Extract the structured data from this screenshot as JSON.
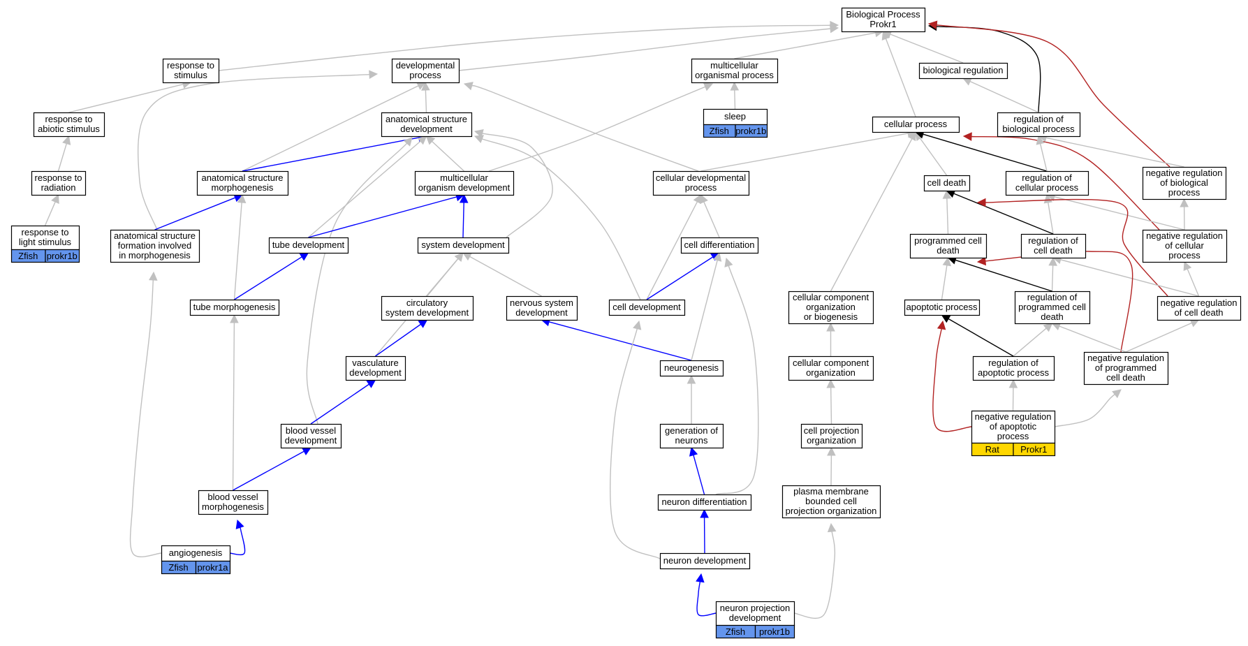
{
  "colors": {
    "gray_edge": "#c0c0c0",
    "blue_edge": "#0000ff",
    "black_edge": "#000000",
    "red_edge": "#b22222",
    "zfish_tag": "#6495ed",
    "rat_tag": "#ffd700",
    "node_border": "#000000",
    "node_fill": "#ffffff"
  },
  "nodes": [
    {
      "id": "bp",
      "lines": [
        "Biological Process",
        "Prokr1"
      ]
    },
    {
      "id": "resp_stim",
      "lines": [
        "response to",
        "stimulus"
      ]
    },
    {
      "id": "dev_proc",
      "lines": [
        "developmental",
        "process"
      ]
    },
    {
      "id": "multi_org_proc",
      "lines": [
        "multicellular",
        "organismal process"
      ]
    },
    {
      "id": "bio_reg",
      "lines": [
        "biological regulation"
      ]
    },
    {
      "id": "resp_abiotic",
      "lines": [
        "response to",
        "abiotic stimulus"
      ]
    },
    {
      "id": "anat_dev",
      "lines": [
        "anatomical structure",
        "development"
      ]
    },
    {
      "id": "sleep",
      "lines": [
        "sleep"
      ],
      "tags": [
        "Zfish",
        "prokr1b"
      ],
      "tag_color": "zfish_tag"
    },
    {
      "id": "cell_proc",
      "lines": [
        "cellular process"
      ]
    },
    {
      "id": "reg_bio",
      "lines": [
        "regulation of",
        "biological process"
      ]
    },
    {
      "id": "resp_rad",
      "lines": [
        "response to",
        "radiation"
      ]
    },
    {
      "id": "anat_morph",
      "lines": [
        "anatomical structure",
        "morphogenesis"
      ]
    },
    {
      "id": "multi_org_dev",
      "lines": [
        "multicellular",
        "organism development"
      ]
    },
    {
      "id": "cell_dev_proc",
      "lines": [
        "cellular developmental",
        "process"
      ]
    },
    {
      "id": "cell_death",
      "lines": [
        "cell death"
      ]
    },
    {
      "id": "reg_cell_proc",
      "lines": [
        "regulation of",
        "cellular process"
      ]
    },
    {
      "id": "neg_reg_bio",
      "lines": [
        "negative regulation",
        "of biological",
        "process"
      ]
    },
    {
      "id": "resp_light",
      "lines": [
        "response to",
        "light stimulus"
      ],
      "tags": [
        "Zfish",
        "prokr1b"
      ],
      "tag_color": "zfish_tag"
    },
    {
      "id": "anat_form",
      "lines": [
        "anatomical structure",
        "formation involved",
        "in morphogenesis"
      ]
    },
    {
      "id": "tube_dev",
      "lines": [
        "tube development"
      ]
    },
    {
      "id": "sys_dev",
      "lines": [
        "system development"
      ]
    },
    {
      "id": "cell_diff",
      "lines": [
        "cell differentiation"
      ]
    },
    {
      "id": "prog_death",
      "lines": [
        "programmed cell",
        "death"
      ]
    },
    {
      "id": "reg_cell_death",
      "lines": [
        "regulation of",
        "cell death"
      ]
    },
    {
      "id": "neg_reg_cell_proc",
      "lines": [
        "negative regulation",
        "of cellular",
        "process"
      ]
    },
    {
      "id": "tube_morph",
      "lines": [
        "tube morphogenesis"
      ]
    },
    {
      "id": "circ_dev",
      "lines": [
        "circulatory",
        "system development"
      ]
    },
    {
      "id": "nerv_dev",
      "lines": [
        "nervous system",
        "development"
      ]
    },
    {
      "id": "cell_development",
      "lines": [
        "cell development"
      ]
    },
    {
      "id": "cell_comp_org_bio",
      "lines": [
        "cellular component",
        "organization",
        "or biogenesis"
      ]
    },
    {
      "id": "apop",
      "lines": [
        "apoptotic process"
      ]
    },
    {
      "id": "reg_prog_death",
      "lines": [
        "regulation of",
        "programmed cell",
        "death"
      ]
    },
    {
      "id": "neg_reg_cell_death",
      "lines": [
        "negative regulation",
        "of cell death"
      ]
    },
    {
      "id": "vasc_dev",
      "lines": [
        "vasculature",
        "development"
      ]
    },
    {
      "id": "neurogenesis",
      "lines": [
        "neurogenesis"
      ]
    },
    {
      "id": "cell_comp_org",
      "lines": [
        "cellular component",
        "organization"
      ]
    },
    {
      "id": "reg_apop",
      "lines": [
        "regulation of",
        "apoptotic process"
      ]
    },
    {
      "id": "neg_reg_prog_death",
      "lines": [
        "negative regulation",
        "of programmed",
        "cell death"
      ]
    },
    {
      "id": "bv_dev",
      "lines": [
        "blood vessel",
        "development"
      ]
    },
    {
      "id": "gen_neurons",
      "lines": [
        "generation of",
        "neurons"
      ]
    },
    {
      "id": "cell_proj_org",
      "lines": [
        "cell projection",
        "organization"
      ]
    },
    {
      "id": "neg_reg_apop",
      "lines": [
        "negative regulation",
        "of apoptotic",
        "process"
      ],
      "tags": [
        "Rat",
        "Prokr1"
      ],
      "tag_color": "rat_tag"
    },
    {
      "id": "bv_morph",
      "lines": [
        "blood vessel",
        "morphogenesis"
      ]
    },
    {
      "id": "neuron_diff",
      "lines": [
        "neuron differentiation"
      ]
    },
    {
      "id": "pm_proj_org",
      "lines": [
        "plasma membrane",
        "bounded cell",
        "projection organization"
      ]
    },
    {
      "id": "angio",
      "lines": [
        "angiogenesis"
      ],
      "tags": [
        "Zfish",
        "prokr1a"
      ],
      "tag_color": "zfish_tag"
    },
    {
      "id": "neuron_dev",
      "lines": [
        "neuron development"
      ]
    },
    {
      "id": "neuron_proj_dev",
      "lines": [
        "neuron projection",
        "development"
      ],
      "tags": [
        "Zfish",
        "prokr1b"
      ],
      "tag_color": "zfish_tag"
    }
  ],
  "edges": [
    {
      "from": "resp_stim",
      "to": "bp",
      "color": "gray_edge"
    },
    {
      "from": "dev_proc",
      "to": "bp",
      "color": "gray_edge"
    },
    {
      "from": "multi_org_proc",
      "to": "bp",
      "color": "gray_edge"
    },
    {
      "from": "cell_proc",
      "to": "bp",
      "color": "gray_edge"
    },
    {
      "from": "bio_reg",
      "to": "bp",
      "color": "gray_edge"
    },
    {
      "from": "reg_bio",
      "to": "bp",
      "color": "black_edge"
    },
    {
      "from": "neg_reg_bio",
      "to": "bp",
      "color": "red_edge"
    },
    {
      "from": "resp_abiotic",
      "to": "resp_stim",
      "color": "gray_edge"
    },
    {
      "from": "resp_rad",
      "to": "resp_abiotic",
      "color": "gray_edge"
    },
    {
      "from": "resp_light",
      "to": "resp_rad",
      "color": "gray_edge"
    },
    {
      "from": "anat_dev",
      "to": "dev_proc",
      "color": "gray_edge"
    },
    {
      "from": "anat_morph",
      "to": "dev_proc",
      "color": "gray_edge"
    },
    {
      "from": "anat_form",
      "to": "dev_proc",
      "color": "gray_edge"
    },
    {
      "from": "cell_dev_proc",
      "to": "dev_proc",
      "color": "gray_edge"
    },
    {
      "from": "sleep",
      "to": "multi_org_proc",
      "color": "gray_edge"
    },
    {
      "from": "multi_org_dev",
      "to": "multi_org_proc",
      "color": "gray_edge"
    },
    {
      "from": "anat_morph",
      "to": "anat_dev",
      "color": "blue_edge"
    },
    {
      "from": "multi_org_dev",
      "to": "anat_dev",
      "color": "gray_edge"
    },
    {
      "from": "tube_dev",
      "to": "anat_dev",
      "color": "gray_edge"
    },
    {
      "from": "sys_dev",
      "to": "anat_dev",
      "color": "gray_edge"
    },
    {
      "from": "bv_dev",
      "to": "anat_dev",
      "color": "gray_edge"
    },
    {
      "from": "cell_development",
      "to": "anat_dev",
      "color": "gray_edge"
    },
    {
      "from": "anat_form",
      "to": "anat_morph",
      "color": "blue_edge"
    },
    {
      "from": "tube_morph",
      "to": "anat_morph",
      "color": "gray_edge"
    },
    {
      "from": "angio",
      "to": "anat_form",
      "color": "gray_edge"
    },
    {
      "from": "tube_dev",
      "to": "multi_org_dev",
      "color": "blue_edge"
    },
    {
      "from": "sys_dev",
      "to": "multi_org_dev",
      "color": "blue_edge"
    },
    {
      "from": "tube_morph",
      "to": "tube_dev",
      "color": "blue_edge"
    },
    {
      "from": "bv_morph",
      "to": "tube_morph",
      "color": "gray_edge"
    },
    {
      "from": "circ_dev",
      "to": "sys_dev",
      "color": "gray_edge"
    },
    {
      "from": "nerv_dev",
      "to": "sys_dev",
      "color": "gray_edge"
    },
    {
      "from": "vasc_dev",
      "to": "sys_dev",
      "color": "gray_edge"
    },
    {
      "from": "vasc_dev",
      "to": "circ_dev",
      "color": "blue_edge"
    },
    {
      "from": "bv_dev",
      "to": "vasc_dev",
      "color": "blue_edge"
    },
    {
      "from": "bv_morph",
      "to": "bv_dev",
      "color": "blue_edge"
    },
    {
      "from": "angio",
      "to": "bv_morph",
      "color": "blue_edge"
    },
    {
      "from": "neurogenesis",
      "to": "nerv_dev",
      "color": "blue_edge"
    },
    {
      "from": "cell_dev_proc",
      "to": "cell_proc",
      "color": "gray_edge"
    },
    {
      "from": "cell_diff",
      "to": "cell_dev_proc",
      "color": "gray_edge"
    },
    {
      "from": "cell_development",
      "to": "cell_dev_proc",
      "color": "gray_edge"
    },
    {
      "from": "cell_development",
      "to": "cell_diff",
      "color": "blue_edge"
    },
    {
      "from": "neurogenesis",
      "to": "cell_diff",
      "color": "gray_edge"
    },
    {
      "from": "neuron_diff",
      "to": "cell_diff",
      "color": "gray_edge"
    },
    {
      "from": "gen_neurons",
      "to": "neurogenesis",
      "color": "gray_edge"
    },
    {
      "from": "neuron_diff",
      "to": "gen_neurons",
      "color": "blue_edge"
    },
    {
      "from": "neuron_dev",
      "to": "neuron_diff",
      "color": "blue_edge"
    },
    {
      "from": "neuron_dev",
      "to": "cell_development",
      "color": "gray_edge"
    },
    {
      "from": "neuron_proj_dev",
      "to": "neuron_dev",
      "color": "blue_edge"
    },
    {
      "from": "neuron_proj_dev",
      "to": "pm_proj_org",
      "color": "gray_edge"
    },
    {
      "from": "pm_proj_org",
      "to": "cell_proj_org",
      "color": "gray_edge"
    },
    {
      "from": "cell_proj_org",
      "to": "cell_comp_org",
      "color": "gray_edge"
    },
    {
      "from": "cell_comp_org",
      "to": "cell_comp_org_bio",
      "color": "gray_edge"
    },
    {
      "from": "cell_comp_org_bio",
      "to": "cell_proc",
      "color": "gray_edge"
    },
    {
      "from": "cell_death",
      "to": "cell_proc",
      "color": "gray_edge"
    },
    {
      "from": "reg_cell_proc",
      "to": "cell_proc",
      "color": "black_edge"
    },
    {
      "from": "neg_reg_cell_proc",
      "to": "cell_proc",
      "color": "red_edge"
    },
    {
      "from": "reg_bio",
      "to": "bio_reg",
      "color": "gray_edge"
    },
    {
      "from": "reg_cell_proc",
      "to": "reg_bio",
      "color": "gray_edge"
    },
    {
      "from": "neg_reg_bio",
      "to": "reg_bio",
      "color": "gray_edge"
    },
    {
      "from": "neg_reg_cell_proc",
      "to": "reg_cell_proc",
      "color": "gray_edge"
    },
    {
      "from": "neg_reg_cell_proc",
      "to": "neg_reg_bio",
      "color": "gray_edge"
    },
    {
      "from": "reg_cell_death",
      "to": "reg_cell_proc",
      "color": "gray_edge"
    },
    {
      "from": "prog_death",
      "to": "cell_death",
      "color": "gray_edge"
    },
    {
      "from": "reg_cell_death",
      "to": "cell_death",
      "color": "black_edge"
    },
    {
      "from": "neg_reg_cell_death",
      "to": "cell_death",
      "color": "red_edge"
    },
    {
      "from": "neg_reg_cell_death",
      "to": "reg_cell_death",
      "color": "gray_edge"
    },
    {
      "from": "neg_reg_cell_death",
      "to": "neg_reg_cell_proc",
      "color": "gray_edge"
    },
    {
      "from": "reg_prog_death",
      "to": "reg_cell_death",
      "color": "gray_edge"
    },
    {
      "from": "apop",
      "to": "prog_death",
      "color": "gray_edge"
    },
    {
      "from": "reg_prog_death",
      "to": "prog_death",
      "color": "black_edge"
    },
    {
      "from": "neg_reg_prog_death",
      "to": "prog_death",
      "color": "red_edge"
    },
    {
      "from": "neg_reg_prog_death",
      "to": "reg_prog_death",
      "color": "gray_edge"
    },
    {
      "from": "neg_reg_prog_death",
      "to": "neg_reg_cell_death",
      "color": "gray_edge"
    },
    {
      "from": "reg_apop",
      "to": "reg_prog_death",
      "color": "gray_edge"
    },
    {
      "from": "reg_apop",
      "to": "apop",
      "color": "black_edge"
    },
    {
      "from": "neg_reg_apop",
      "to": "apop",
      "color": "red_edge"
    },
    {
      "from": "neg_reg_apop",
      "to": "reg_apop",
      "color": "gray_edge"
    },
    {
      "from": "neg_reg_apop",
      "to": "neg_reg_prog_death",
      "color": "gray_edge"
    }
  ]
}
